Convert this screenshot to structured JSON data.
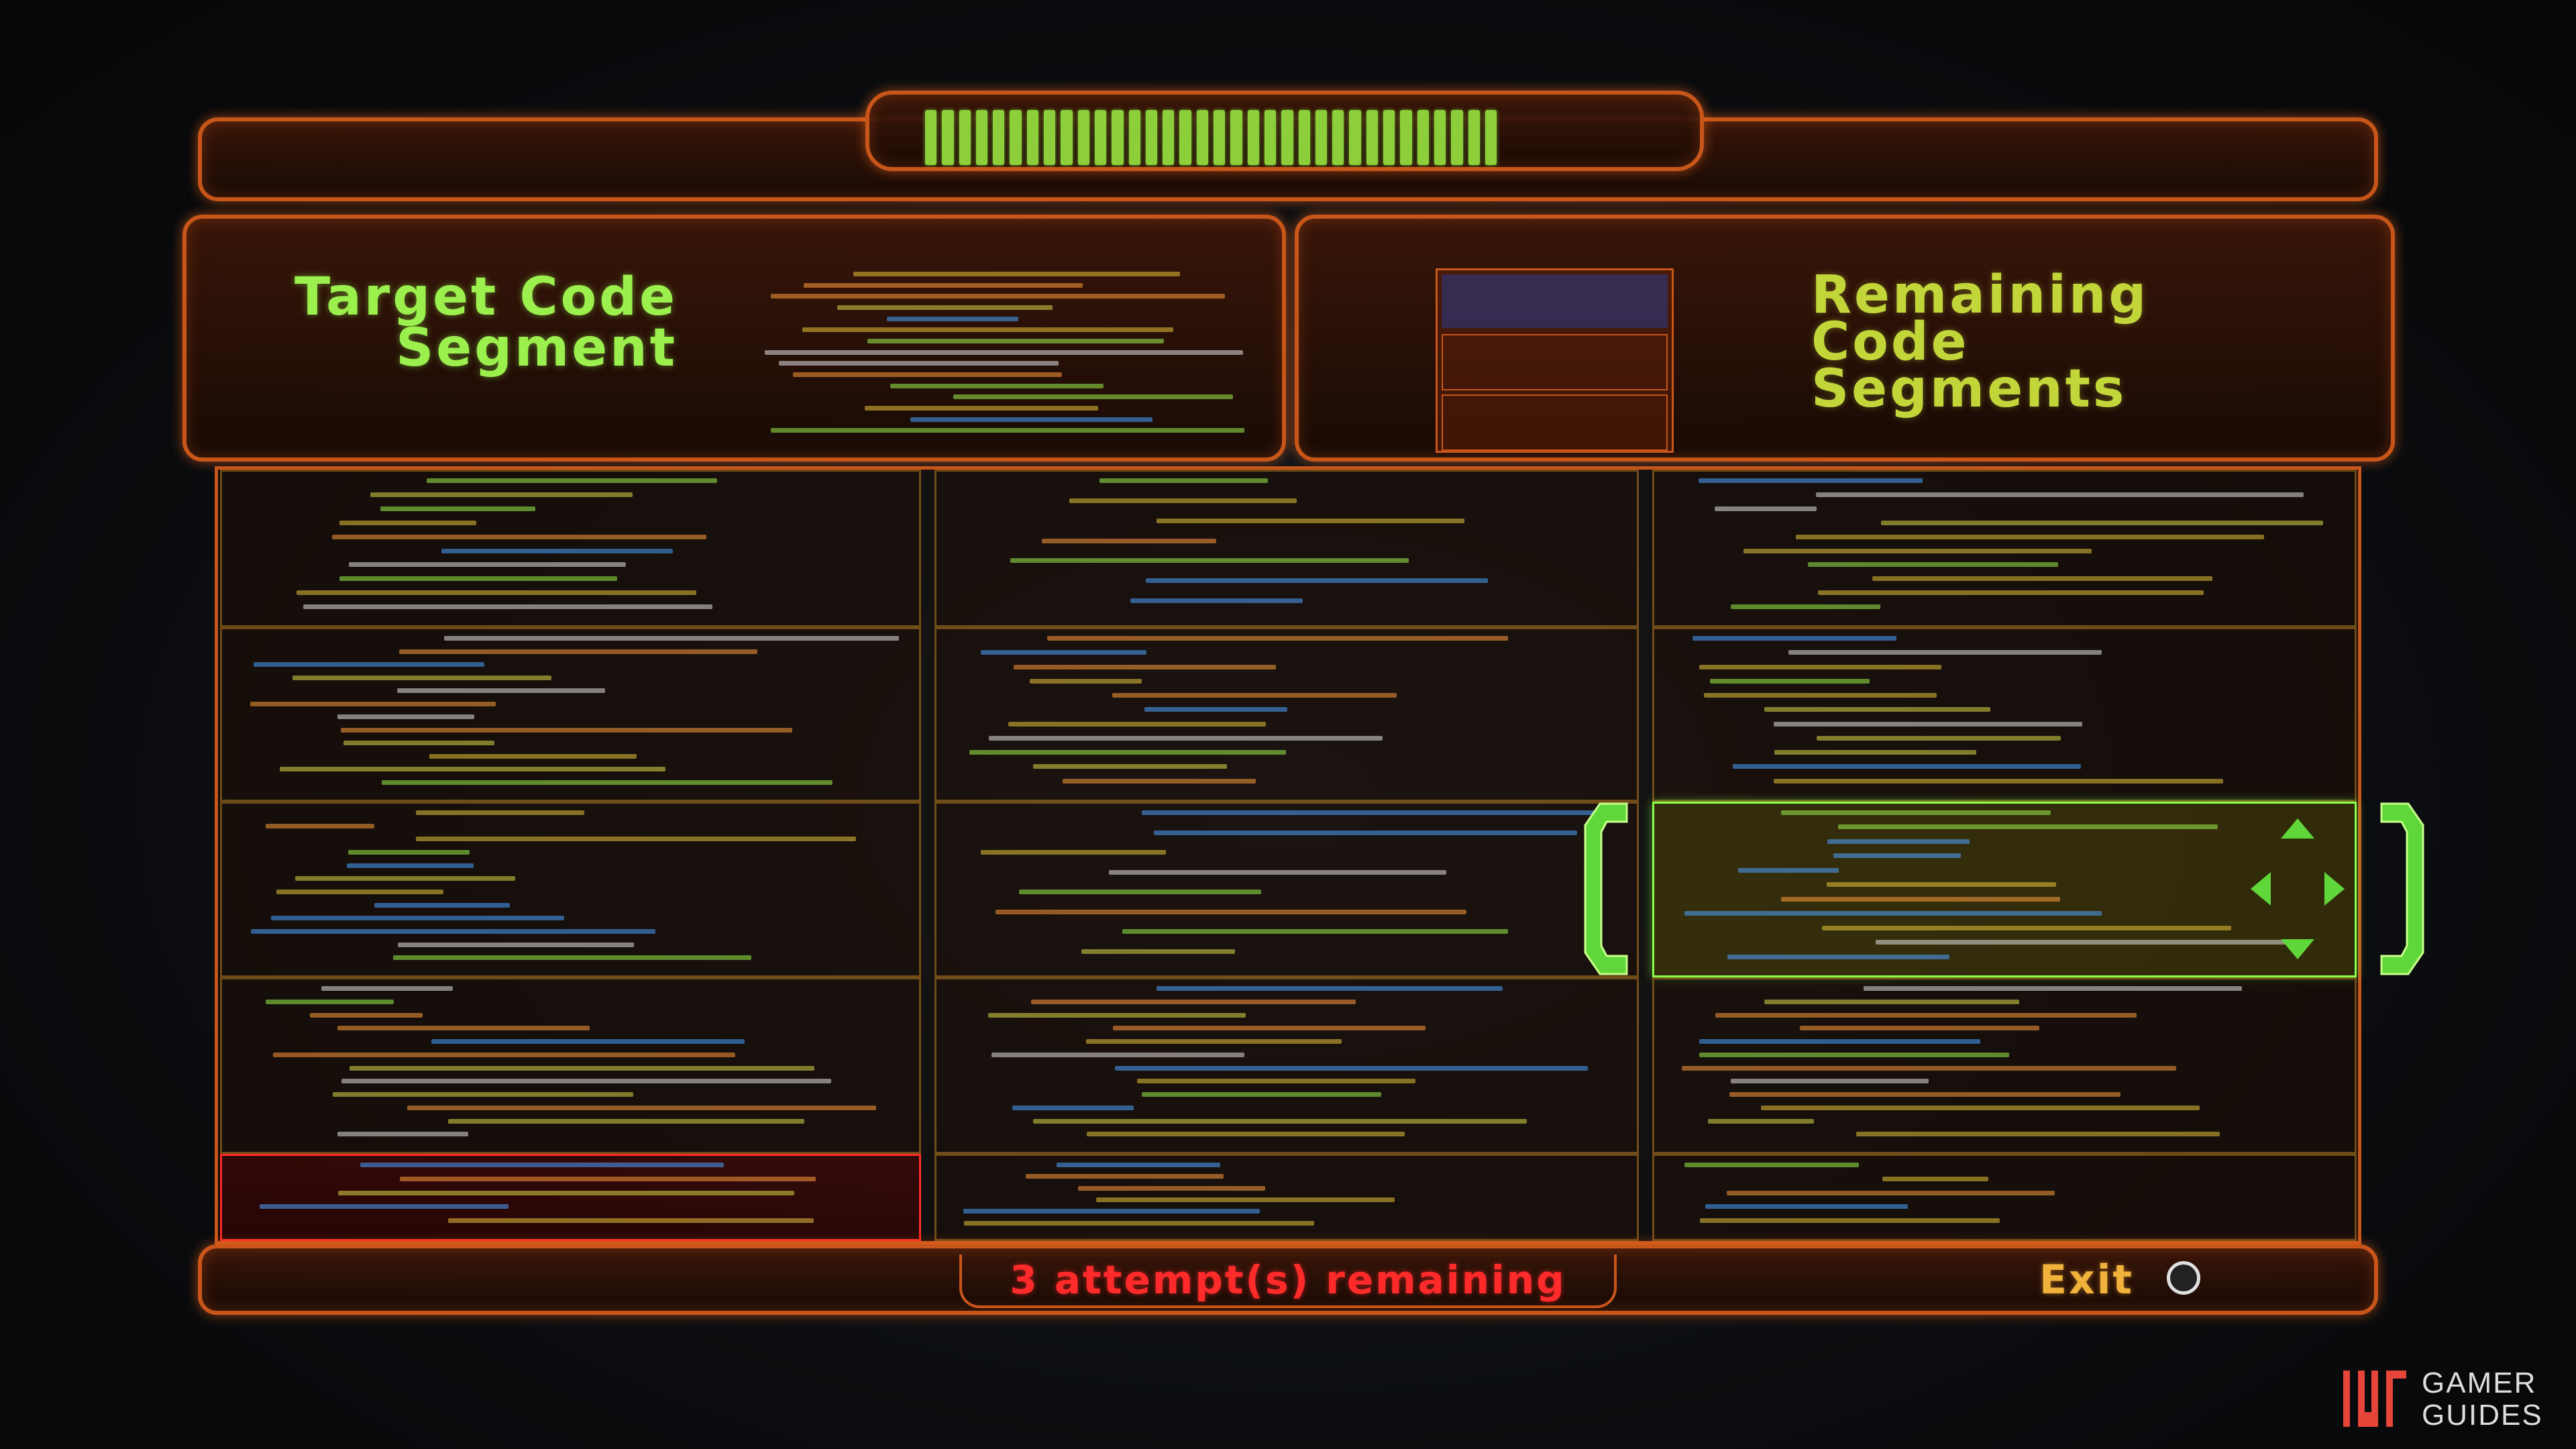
{
  "header": {
    "progress_fraction": 1.0
  },
  "panels": {
    "target_title_line1": "Target Code",
    "target_title_line2": "Segment",
    "remaining_title_line1": "Remaining",
    "remaining_title_line2": "Code",
    "remaining_title_line3": "Segments"
  },
  "footer": {
    "attempts_text": "3 attempt(s) remaining",
    "exit_label": "Exit"
  },
  "watermark": {
    "line1": "GAMER",
    "line2": "GUIDES"
  },
  "colors": {
    "frame": "#c8561a",
    "accent_green": "#9bf04d",
    "alert_red": "#ff2a2a",
    "exit_yellow": "#f1b23c"
  },
  "icons": {
    "dpad": "dpad-arrows-icon",
    "exit_button": "circle-button-icon",
    "selector_left": "bracket-left-icon",
    "selector_right": "bracket-right-icon"
  }
}
